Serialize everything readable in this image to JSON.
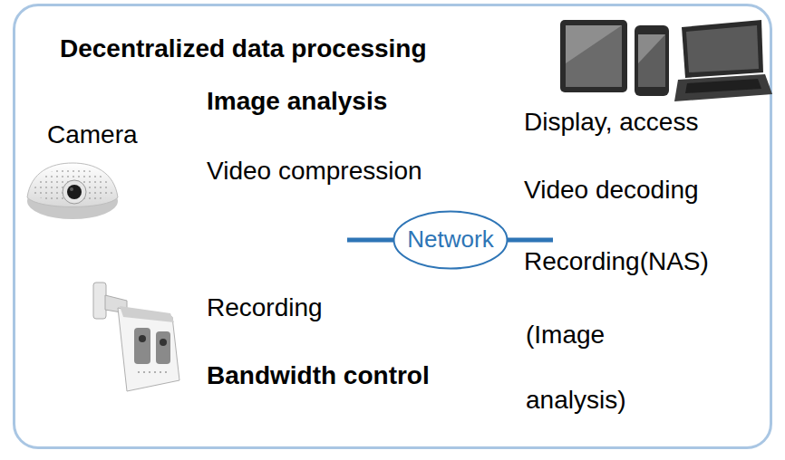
{
  "diagram": {
    "title": "Decentralized data processing",
    "nodes": [
      {
        "text": [
          "Network"
        ]
      }
    ],
    "labels": [
      "Camera",
      "Image analysis",
      "Video compression",
      "Recording",
      "Bandwidth control",
      "Display, access",
      "Video decoding",
      "Recording(NAS)",
      "(Image analysis)"
    ]
  }
}
